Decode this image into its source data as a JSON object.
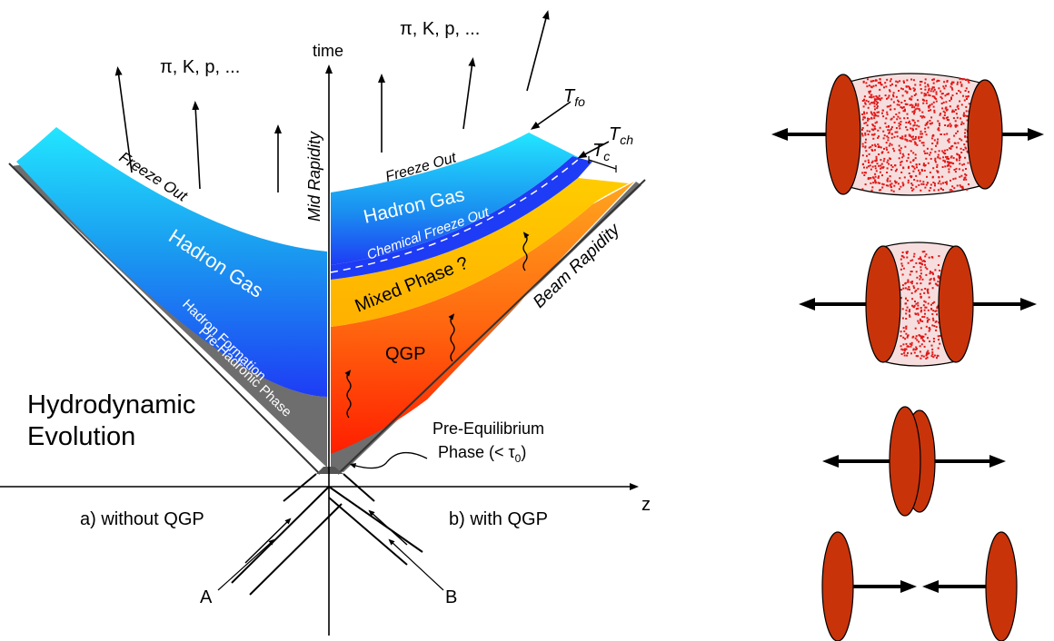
{
  "left_diagram": {
    "time_axis_label": "time",
    "z_axis_label": "z",
    "mid_rapidity_label": "Mid Rapidity",
    "beam_rapidity_label": "Beam Rapidity",
    "particles_left": "π, K, p, ...",
    "particles_right": "π, K, p, ...",
    "title_line1": "Hydrodynamic",
    "title_line2": "Evolution",
    "case_a": "a) without QGP",
    "case_b": "b) with QGP",
    "nucleus_a": "A",
    "nucleus_b": "B",
    "left_side": {
      "freeze_out": "Freeze Out",
      "hadron_gas": "Hadron Gas",
      "hadron_formation": "Hadron Formation",
      "pre_hadronic": "Pre-Hadronic Phase"
    },
    "right_side": {
      "freeze_out": "Freeze Out",
      "hadron_gas": "Hadron Gas",
      "chemical_freeze_out": "Chemical Freeze Out",
      "mixed_phase": "Mixed Phase ?",
      "qgp": "QGP",
      "pre_equilibrium_line1": "Pre-Equilibrium",
      "pre_equilibrium_line2": "Phase (< τ",
      "pre_equilibrium_sub": "0",
      "pre_equilibrium_close": ")"
    },
    "temperatures": {
      "t_fo": "T",
      "t_fo_sub": "fo",
      "t_ch": "T",
      "t_ch_sub": "ch",
      "t_c": "T",
      "t_c_sub": "c"
    }
  },
  "colors": {
    "hadron_gas_top": "#22e6ff",
    "hadron_gas_bottom": "#1e3cf5",
    "mixed_phase": "#ffd400",
    "qgp_top": "#ff9a1e",
    "qgp_bottom": "#ff2000",
    "pre_phase_gray": "#6e6e6e",
    "nucleus": "#c8330a",
    "fireball_dots": "#e01818"
  }
}
